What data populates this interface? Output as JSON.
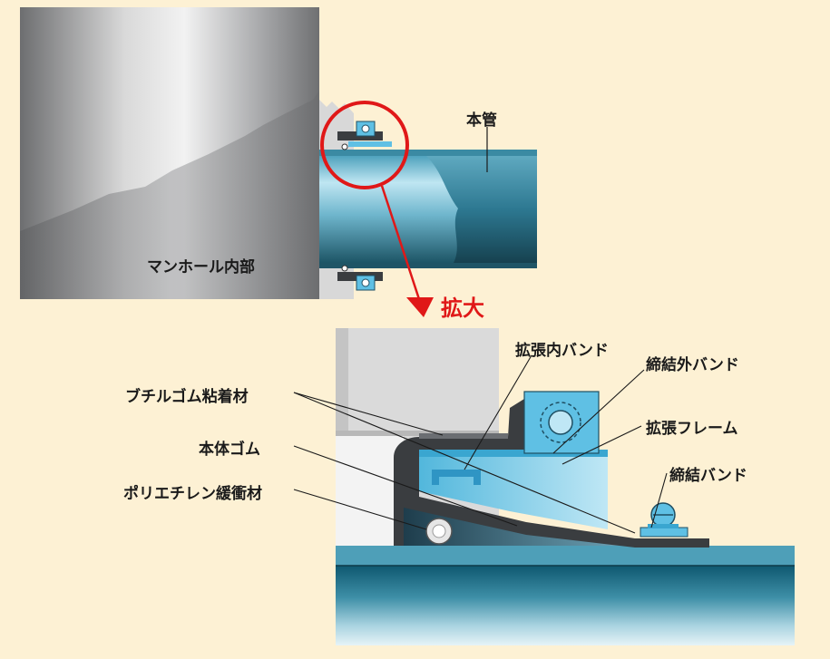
{
  "labels": {
    "manhole_inner": "マンホール内部",
    "main_pipe": "本管",
    "enlarge": "拡大",
    "expansion_inner_band": "拡張内バンド",
    "tightening_outer_band": "締結外バンド",
    "butyl_adhesive": "ブチルゴム粘着材",
    "expansion_frame": "拡張フレーム",
    "body_rubber": "本体ゴム",
    "tightening_band": "締結バンド",
    "polyethylene_cushion": "ポリエチレン緩衝材"
  },
  "colors": {
    "background": "#fdf1d4",
    "highlight_circle": "#e01818",
    "rubber": "#3a3d40",
    "frame_blue": "#7fd0ec",
    "pipe_teal": "#2f7f98"
  }
}
